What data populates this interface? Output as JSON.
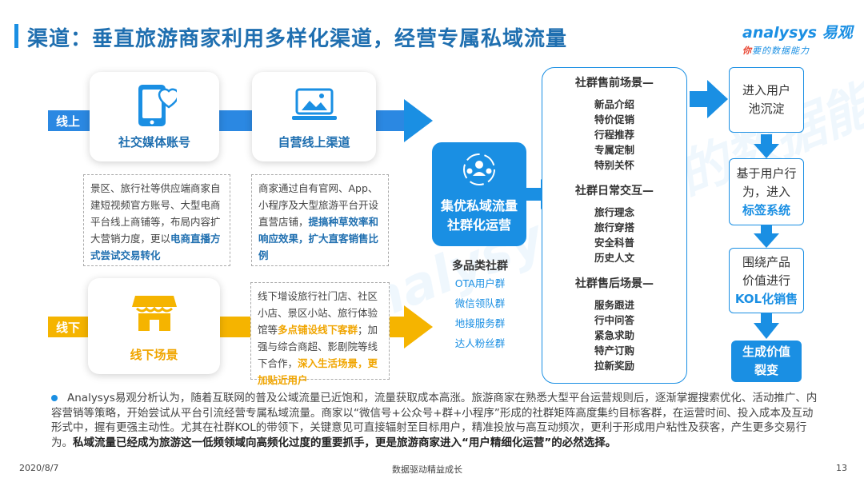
{
  "header": {
    "title": "渠道：垂直旅游商家利用多样化渠道，经营专属私域流量",
    "logo_main": "analysys 易观",
    "logo_sub_a": "你",
    "logo_sub_b": "要的数据能力"
  },
  "online": {
    "tag": "线上",
    "card1_label": "社交媒体账号",
    "card2_label": "自营线上渠道",
    "desc1_a": "景区、旅行社等供应端商家自建短视频官方账号、大型电商平台线上商铺等，布局内容扩大营销力度，更以",
    "desc1_b": "电商直播方式尝试交易转化",
    "desc2_a": "商家通过自有官网、App、小程序及大型旅游平台开设直营店铺，",
    "desc2_b": "提搞种草效率和响应效果，扩大直客销售比例"
  },
  "offline": {
    "tag": "线下",
    "card_label": "线下场景",
    "desc_a": "线下增设旅行社门店、社区小店、景区小站、旅行体验馆等",
    "desc_b": "多点铺设线下客群",
    "desc_c": "；加强与综合商超、影剧院等线下合作，",
    "desc_d": "深入生活场景，更加贴近用户"
  },
  "center": {
    "line1": "集优私域流量",
    "line2": "社群化运营",
    "groups_title": "多品类社群",
    "groups": [
      "OTA用户群",
      "微信领队群",
      "地接服务群",
      "达人粉丝群"
    ]
  },
  "scenes": [
    {
      "title": "社群售前场景—",
      "items": [
        "新品介绍",
        "特价促销",
        "行程推荐",
        "专属定制",
        "特别关怀"
      ]
    },
    {
      "title": "社群日常交互—",
      "items": [
        "旅行理念",
        "旅行穿搭",
        "安全科普",
        "历史人文"
      ]
    },
    {
      "title": "社群售后场景—",
      "items": [
        "服务跟进",
        "行中问答",
        "紧急求助",
        "特产订购",
        "拉新奖励"
      ]
    }
  ],
  "flow": {
    "step1": "进入用户池沉淀",
    "step2_a": "基于用户行为，进入",
    "step2_b": "标签系统",
    "step3_a": "围绕产品价值进行",
    "step3_b": "KOL化销售",
    "step4": "生成价值裂变"
  },
  "bullet": {
    "text_a": "Analysys易观分析认为，随着互联网的普及公域流量已近饱和，流量获取成本高涨。旅游商家在熟悉大型平台运营规则后，逐渐掌握搜索优化、活动推广、内容营销等策略，开始尝试从平台引流经营专属私域流量。商家以“微信号+公众号+群+小程序”形成的社群矩阵高度集约目标客群，在运营时间、投入成本及互动形式中，握有更强主动性。尤其在社群KOL的带领下，关键意见可直接辐射至目标用户，精准投放与高互动频次，更利于形成用户粘性及获客，产生更多交易行为。",
    "text_b": "私域流量已经成为旅游这一低频领域向高频化过度的重要抓手，更是旅游商家进入“用户精细化运营”的必然选择。"
  },
  "footer": {
    "date": "2020/8/7",
    "center": "数据驱动精益成长",
    "page": "13"
  },
  "watermark": "analysys 你要的数据能力",
  "colors": {
    "accent": "#1a8fe3",
    "title": "#1f6fb0",
    "offline": "#f5b400"
  }
}
